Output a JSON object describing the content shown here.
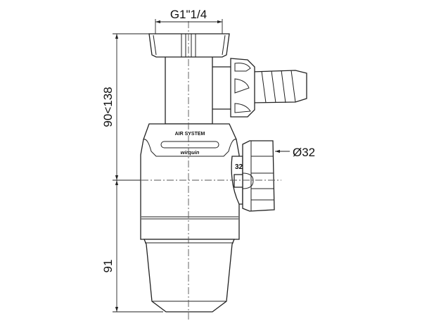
{
  "dimensions": {
    "thread": "G1\"1/4",
    "outlet_diameter": "Ø32",
    "height_range": "90<138",
    "lower_height": "91"
  },
  "labels": {
    "air_system": "AIR SYSTEM",
    "brand": "wirquin",
    "nut_marking": "32"
  }
}
